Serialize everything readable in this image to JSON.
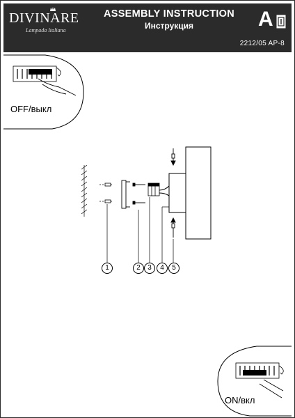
{
  "header": {
    "brand": "DIVINARE",
    "tagline": "Lampada Italiana",
    "title_en": "ASSEMBLY INSTRUCTION",
    "title_ru": "Инструкция",
    "category": "A",
    "model_code": "2212/05 AP-8"
  },
  "switch_off": {
    "label": "OFF/выкл"
  },
  "switch_on": {
    "label": "ON/вкл"
  },
  "steps": [
    "1",
    "2",
    "3",
    "4",
    "5"
  ],
  "colors": {
    "header_bg": "#2b2b2b",
    "header_text": "#ffffff",
    "line": "#000000"
  }
}
